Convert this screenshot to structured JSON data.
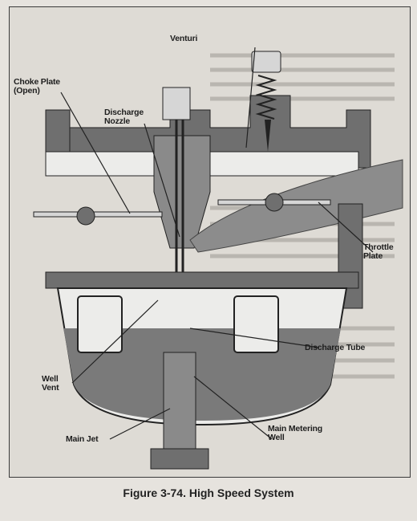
{
  "labels": {
    "venturi": "Venturi",
    "choke_plate": "Choke Plate\n(Open)",
    "discharge_nozzle": "Discharge\nNozzle",
    "throttle_plate": "Throttle\nPlate",
    "discharge_tube": "Discharge Tube",
    "well_vent": "Well\nVent",
    "main_jet": "Main Jet",
    "main_metering_well": "Main Metering\nWell"
  },
  "caption": "Figure 3-74. High Speed System",
  "colors": {
    "metal": "#6f6f6f",
    "fuel": "#7a7a7a",
    "ink": "#222222",
    "air": "#ececea"
  }
}
